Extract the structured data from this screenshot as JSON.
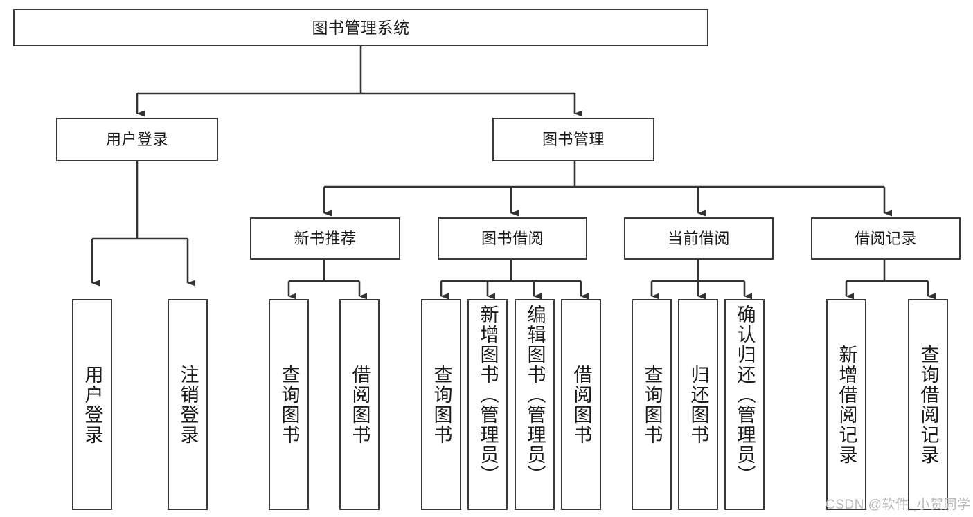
{
  "diagram": {
    "title": "图书管理系统",
    "type": "tree-hierarchy",
    "background_color": "#ffffff",
    "box_border_color": "#3a3a3a",
    "connector_color": "#333333",
    "text_color": "#1b1b1b"
  },
  "nodes": {
    "root": {
      "label": "图书管理系统"
    },
    "level2": [
      {
        "label": "用户登录"
      },
      {
        "label": "图书管理"
      }
    ],
    "level3": [
      {
        "label": "新书推荐"
      },
      {
        "label": "图书借阅"
      },
      {
        "label": "当前借阅"
      },
      {
        "label": "借阅记录"
      }
    ],
    "leaves": {
      "user_login": [
        {
          "label": "用户登录"
        },
        {
          "label": "注销登录"
        }
      ],
      "new_book": [
        {
          "label": "查询图书"
        },
        {
          "label": "借阅图书"
        }
      ],
      "book_borrow": [
        {
          "label": "查询图书"
        },
        {
          "label": "新增图书（管理员）"
        },
        {
          "label": "编辑图书（管理员）"
        },
        {
          "label": "借阅图书"
        }
      ],
      "current_borrow": [
        {
          "label": "查询图书"
        },
        {
          "label": "归还图书"
        },
        {
          "label": "确认归还（管理员）"
        }
      ],
      "borrow_record": [
        {
          "label": "新增借阅记录"
        },
        {
          "label": "查询借阅记录"
        }
      ]
    }
  },
  "watermark": {
    "text": "CSDN @软件_小贺同学",
    "color": "#b9b9b9"
  }
}
